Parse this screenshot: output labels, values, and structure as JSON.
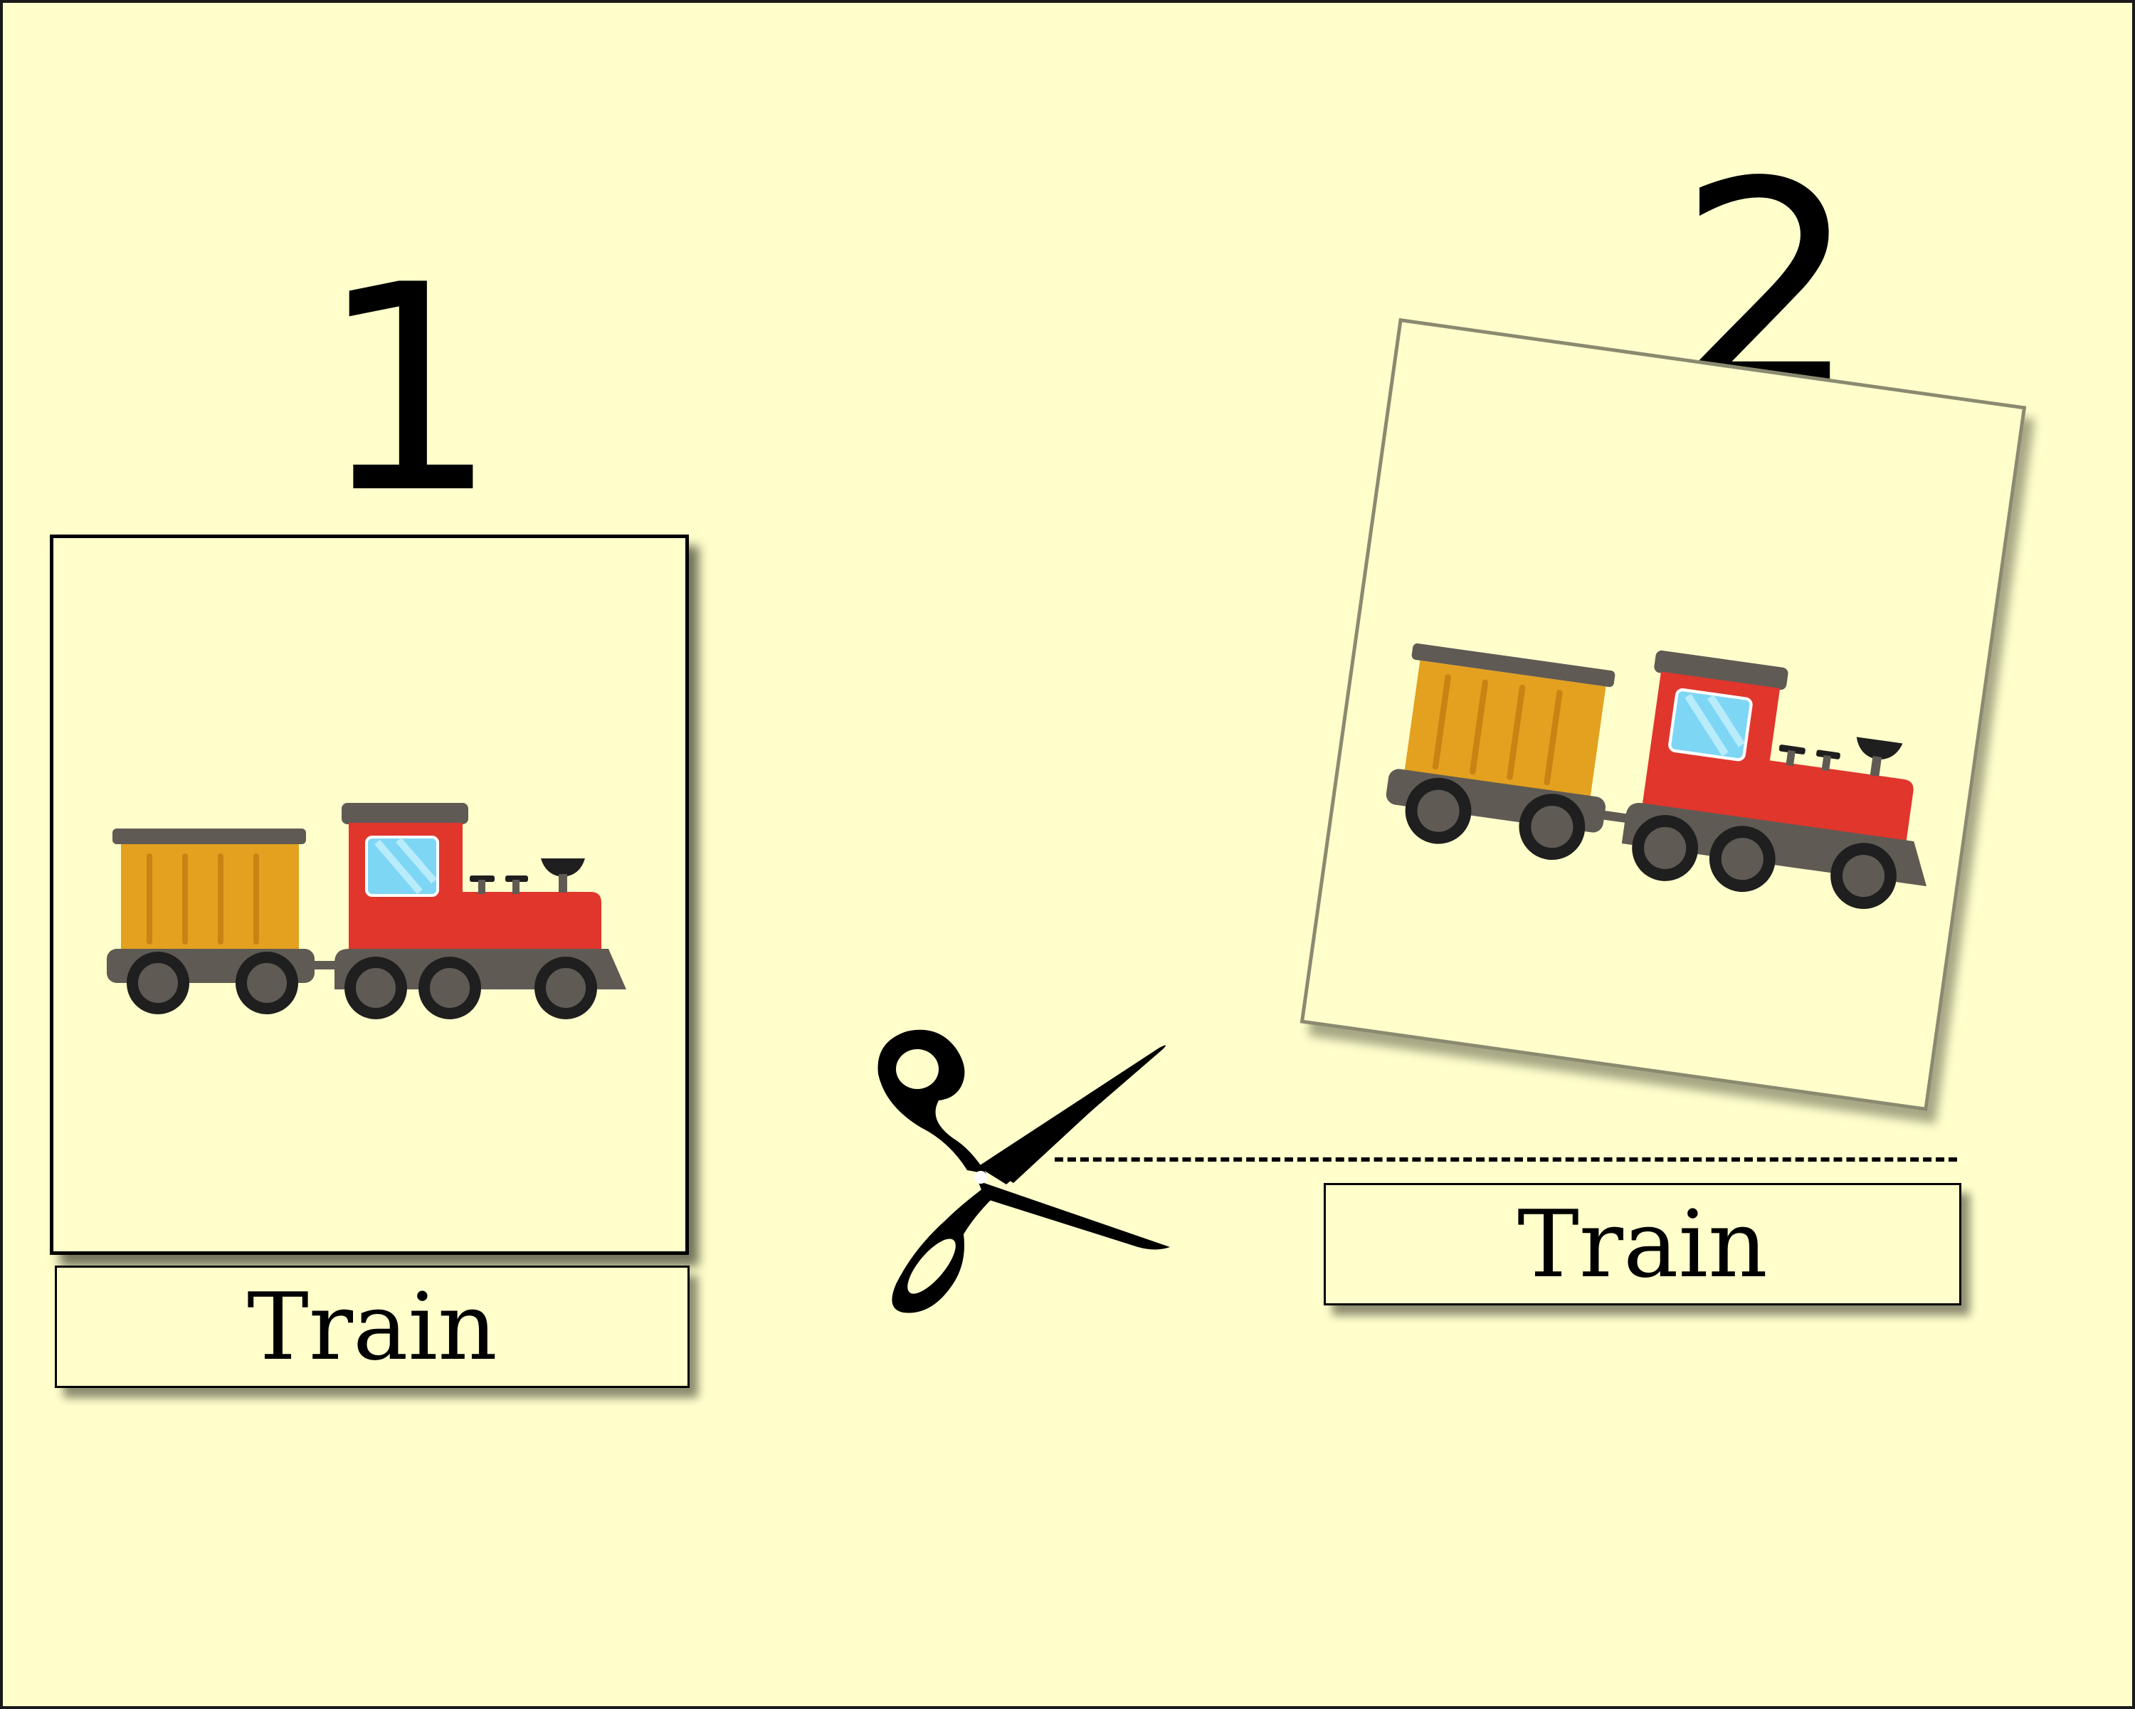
{
  "steps": [
    {
      "number": "1",
      "label": "Train"
    },
    {
      "number": "2",
      "label": "Train"
    }
  ],
  "icons": {
    "picture": "train-icon",
    "tool": "scissors-icon"
  },
  "colors": {
    "background": "#ffffcc",
    "locomotive": "#e0362c",
    "wagon": "#e3a11f",
    "chassis": "#605a54",
    "window": "#7ed6f5"
  }
}
